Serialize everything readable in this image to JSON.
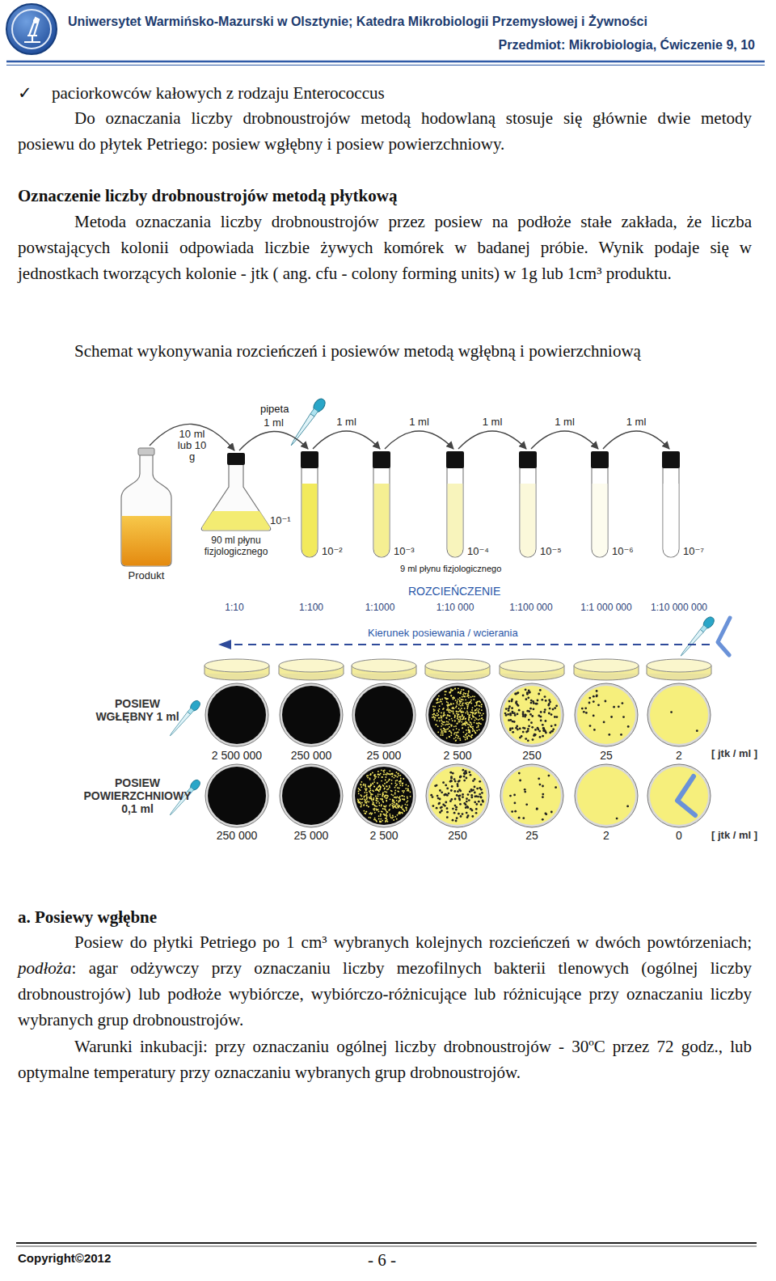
{
  "diagram": {
    "nodes": [
      {
        "text": [
          "Produkt"
        ]
      },
      {
        "text": [
          "10⁻¹",
          "90 ml płynu fizjologicznego"
        ]
      },
      {
        "text": [
          "10⁻²"
        ]
      },
      {
        "text": [
          "10⁻³"
        ]
      },
      {
        "text": [
          "10⁻⁴"
        ]
      },
      {
        "text": [
          "10⁻⁵"
        ]
      },
      {
        "text": [
          "10⁻⁶"
        ]
      },
      {
        "text": [
          "10⁻⁷"
        ]
      }
    ],
    "edges": [
      {
        "from": 0,
        "to": 1,
        "arrow": "to",
        "label": "10 ml lub 10 g"
      },
      {
        "from": 1,
        "to": 2,
        "arrow": "to",
        "label": "1 ml"
      },
      {
        "from": 2,
        "to": 3,
        "arrow": "to",
        "label": "1 ml"
      },
      {
        "from": 3,
        "to": 4,
        "arrow": "to",
        "label": "1 ml"
      },
      {
        "from": 4,
        "to": 5,
        "arrow": "to",
        "label": "1 ml"
      },
      {
        "from": 5,
        "to": 6,
        "arrow": "to",
        "label": "1 ml"
      },
      {
        "from": 6,
        "to": 7,
        "arrow": "to",
        "label": "1 ml"
      }
    ],
    "labels": [
      "Uniwersytet Warmińsko-Mazurski w Olsztynie; Katedra Mikrobiologii Przemysłowej i Żywności",
      "Przedmiot: Mikrobiologia, Ćwiczenie 9, 10",
      "✓",
      "paciorkowców kałowych z rodzaju Enterococcus",
      "Do oznaczania liczby drobnoustrojów metodą hodowlaną stosuje się głównie dwie metody posiewu do płytek Petriego: posiew wgłębny i posiew powierzchniowy.",
      "Oznaczenie liczby drobnoustrojów metodą płytkową",
      "Metoda oznaczania liczby drobnoustrojów przez posiew na podłoże stałe zakłada, że liczba powstających kolonii odpowiada liczbie żywych komórek w badanej próbie. Wynik podaje się w jednostkach tworzących kolonie - jtk ( ang. cfu - colony forming units) w 1g lub 1cm³ produktu.",
      "Schemat wykonywania rozcieńczeń i posiewów metodą wgłębną i powierzchniową",
      "pipeta",
      "9 ml płynu fizjologicznego",
      "ROZCIEŃCZENIE",
      "1:10",
      "1:100",
      "1:1000",
      "1:10 000",
      "1:100 000",
      "1:1 000 000",
      "1:10 000 000",
      "Kierunek posiewania / wcierania",
      "POSIEW WGŁĘBNY 1 ml",
      "2 500 000",
      "250 000",
      "25 000",
      "2 500",
      "250",
      "25",
      "2",
      "[ jtk / ml ]",
      "POSIEW POWIERZCHNIOWY 0,1 ml",
      "250 000",
      "25 000",
      "2 500",
      "250",
      "25",
      "2",
      "0",
      "[ jtk / ml ]",
      "a. Posiewy wgłębne",
      "Posiew do płytki Petriego po 1 cm³ wybranych kolejnych rozcieńczeń w dwóch powtórzeniach;",
      "podłoża",
      ": agar odżywczy przy oznaczaniu liczby mezofilnych bakterii tlenowych (ogólnej liczby drobnoustrojów) lub podłoże wybiórcze, wybiórczo-różnicujące lub różnicujące przy oznaczaniu liczby wybranych grup drobnoustrojów.",
      "Warunki inkubacji: przy oznaczaniu ogólnej liczby drobnoustrojów - 30ºC przez 72 godz., lub optymalne temperatury przy oznaczaniu wybranych grup drobnoustrojów.",
      "Copyright©2012",
      "- 6 -"
    ]
  }
}
